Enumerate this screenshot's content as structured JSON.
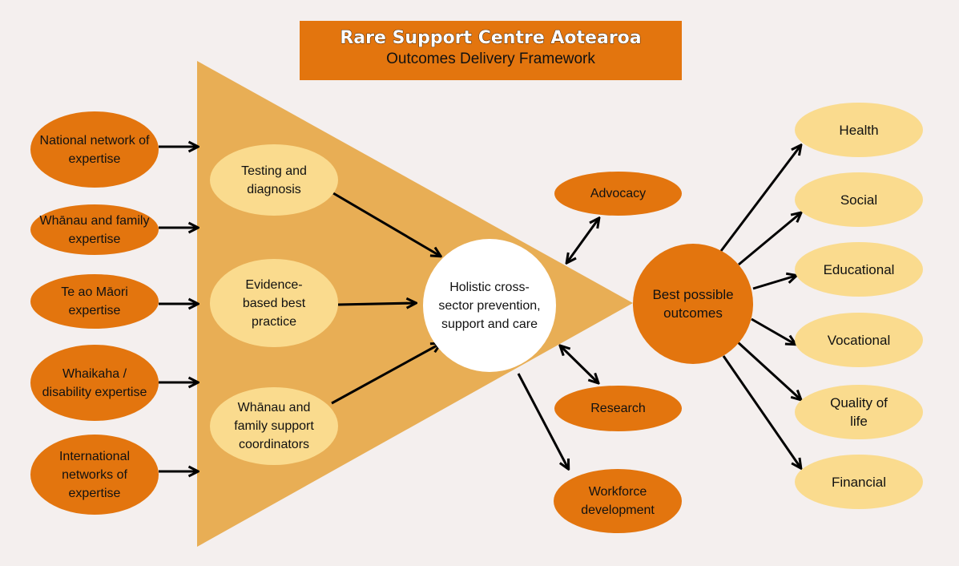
{
  "header": {
    "title": "Rare Support Centre Aotearoa",
    "subtitle": "Outcomes Delivery Framework"
  },
  "inputs": [
    "National network of expertise",
    "Whānau and family expertise",
    "Te ao Māori expertise",
    "Whaikaha / disability expertise",
    "International networks of expertise"
  ],
  "methods": [
    "Testing and diagnosis",
    "Evidence-based best practice",
    "Whānau and family support coordinators"
  ],
  "hub": "Holistic cross-sector prevention, support and care",
  "supports": [
    "Advocacy",
    "Research",
    "Workforce development"
  ],
  "best": "Best possible outcomes",
  "outcomes": [
    "Health",
    "Social",
    "Educational",
    "Vocational",
    "Quality of life",
    "Financial"
  ],
  "colors": {
    "background": "#f4efee",
    "orange": "#e3750e",
    "light_yellow": "#fadb8e",
    "triangle": "#e8ae55",
    "arrow": "#000000"
  }
}
